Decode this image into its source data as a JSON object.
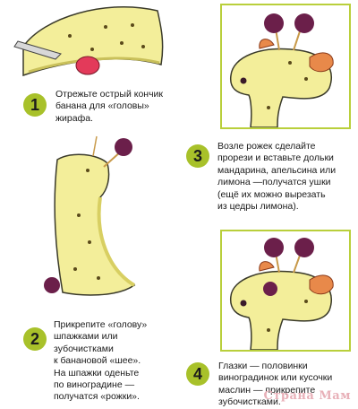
{
  "steps": [
    {
      "number": "1",
      "text": "Отрежьте острый кончик\nбанана для «головы»\nжирафа."
    },
    {
      "number": "2",
      "text": "Прикрепите «голову»\nшпажками или\nзубочистками\nк банановой «шее».\nНа шпажки оденьте\nпо виноградине —\nполучатся «рожки»."
    },
    {
      "number": "3",
      "text": "Возле рожек сделайте\nпрорези и вставьте дольки\nмандарина, апельсина или\nлимона —получатся ушки\n(ещё их можно вырезать\n из цедры лимона)."
    },
    {
      "number": "4",
      "text": "Глазки — половинки\nвиноградинок или кусочки\nмаслин — прикрепите\nзубочистками."
    }
  ],
  "watermark": "Страна Мам",
  "colors": {
    "banana": "#f3ee9a",
    "banana_shadow": "#e2d96c",
    "grape": "#6b1f4a",
    "orange": "#e8894a",
    "frame": "#b9cf3b",
    "badge": "#a8c12a"
  }
}
